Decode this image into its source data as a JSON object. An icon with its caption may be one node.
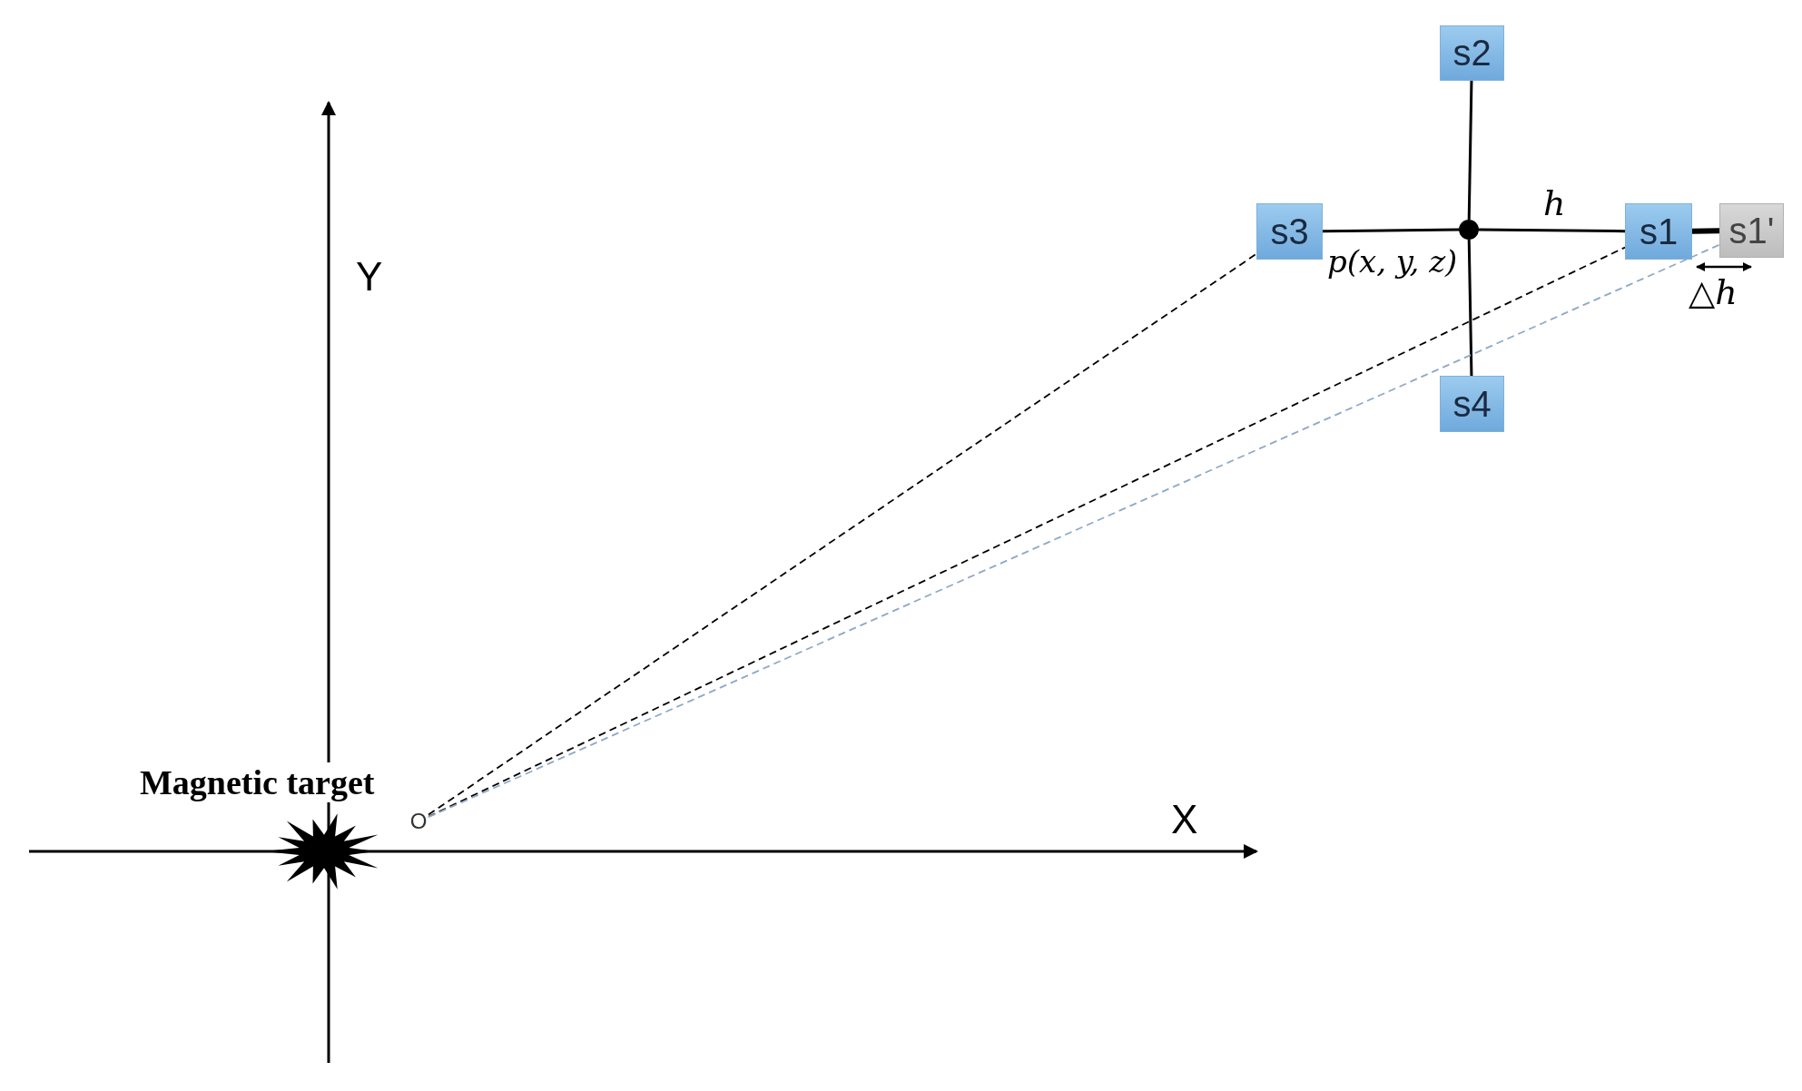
{
  "diagram": {
    "nodes": [
      {
        "text": [
          "s2"
        ]
      },
      {
        "text": [
          "s3"
        ]
      },
      {
        "text": [],
        "shape": "circle",
        "beside": [
          "p(x, y, z)"
        ]
      },
      {
        "text": [
          "s1"
        ]
      },
      {
        "text": [
          "s1'"
        ]
      },
      {
        "text": [
          "s4"
        ]
      },
      {
        "text": [
          "Magnetic target"
        ]
      },
      {
        "text": [
          "O"
        ]
      }
    ],
    "edges": [
      {
        "from": 2,
        "to": 0,
        "arrow": "none"
      },
      {
        "from": 2,
        "to": 1,
        "arrow": "none"
      },
      {
        "from": 2,
        "to": 3,
        "arrow": "none",
        "label": "h"
      },
      {
        "from": 2,
        "to": 5,
        "arrow": "none"
      },
      {
        "from": 3,
        "to": 4,
        "arrow": "none",
        "style": "thick"
      },
      {
        "from": 7,
        "to": 1,
        "arrow": "none",
        "style": "dashed"
      },
      {
        "from": 7,
        "to": 3,
        "arrow": "none",
        "style": "dashed"
      },
      {
        "from": 7,
        "to": 4,
        "arrow": "none",
        "style": "dashed",
        "color": "#8fa8c8"
      }
    ],
    "labels": [
      "Y",
      "△h",
      "X"
    ]
  }
}
